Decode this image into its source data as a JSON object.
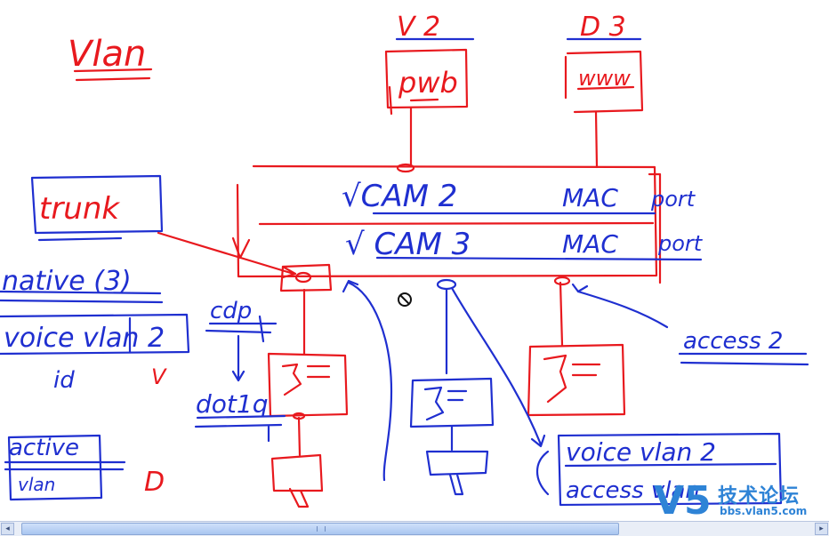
{
  "sketch": {
    "title": "Vlan",
    "pwb_vlan_label": "V 2",
    "pwb_box_label": "pwb",
    "www_vlan_label": "D 3",
    "www_box_label": "www",
    "cam_row_1": "√CAM 2",
    "cam_row_1_mac": "MAC",
    "cam_row_1_port": "port",
    "cam_row_2": "√ CAM 3",
    "cam_row_2_mac": "MAC",
    "cam_row_2_port": "port",
    "trunk_box": "trunk",
    "native_label": "native (3)",
    "voice_vlan_box": "voice vlan 2",
    "id_note": "id",
    "v_note": "V",
    "cdp_label": "cdp",
    "dot1q_label": "dot1q",
    "active_label": "active",
    "vlan_box_small": "vlan",
    "d_note": "D",
    "access_label": "access 2",
    "voice_vlan_note": "voice vlan 2",
    "access_vlan_note": "access vlan"
  },
  "watermark": {
    "logo": "V5",
    "site_name": "技术论坛",
    "url": "bbs.vlan5.com"
  },
  "scrollbar": {
    "left_arrow": "◂",
    "right_arrow": "▸",
    "position": 0.03
  },
  "colors": {
    "red_ink": "#e8191e",
    "blue_ink": "#1f2fd0",
    "watermark": "#2e83d6"
  }
}
